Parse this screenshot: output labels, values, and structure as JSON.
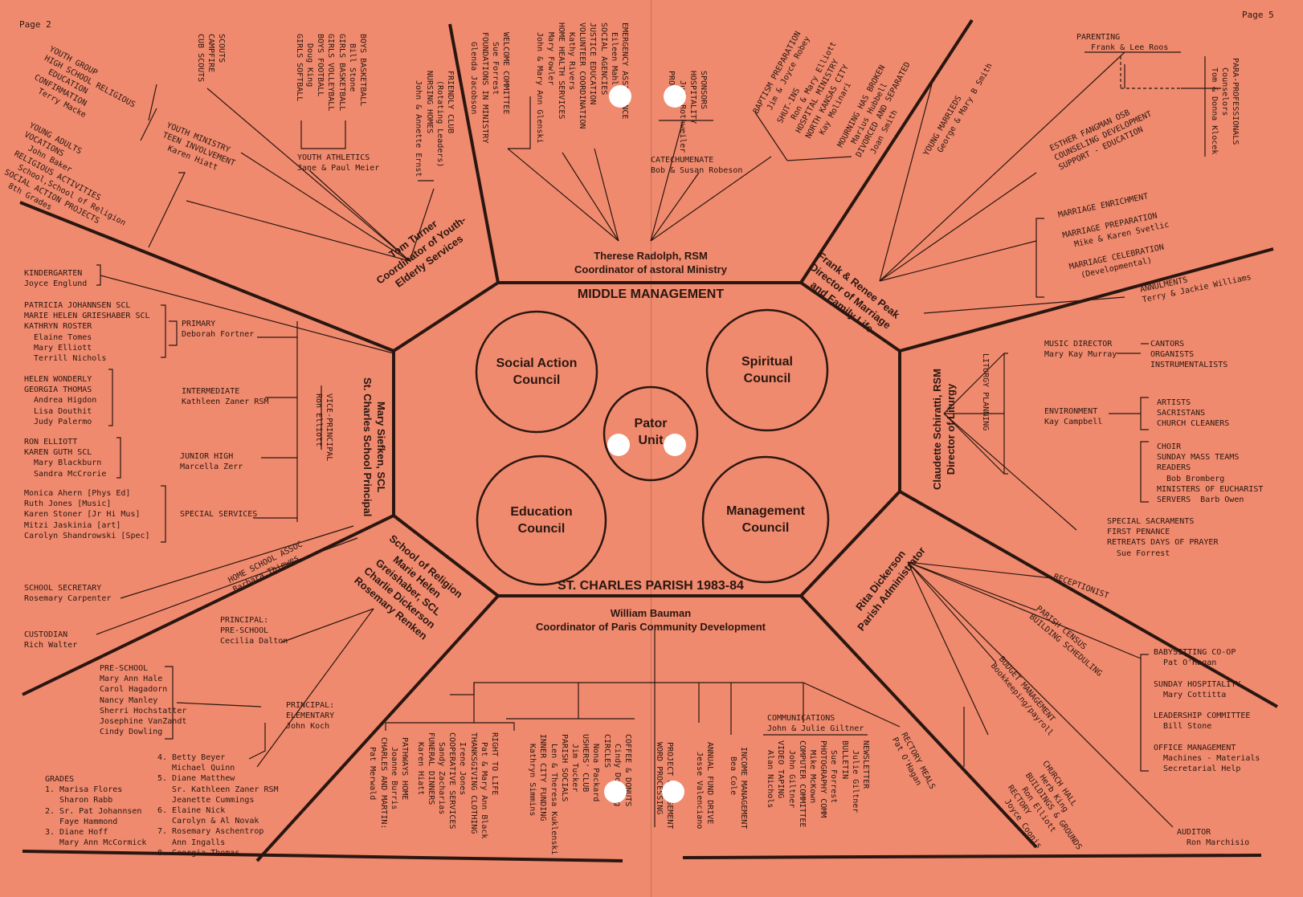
{
  "pages": {
    "left": "Page 2",
    "right": "Page 5"
  },
  "center": {
    "title": "MIDDLE MANAGEMENT",
    "footer": "ST. CHARLES PARISH 1983-84",
    "pastor": "Pator\nUnit",
    "councils": {
      "social": "Social Action\nCouncil",
      "spiritual": "Spiritual\nCouncil",
      "education": "Education\nCouncil",
      "management": "Management\nCouncil"
    }
  },
  "coordinators": {
    "pastoral": "Therese Radolph, RSM\nCoordinator of astoral Ministry",
    "youth": "Tom Turner\nCoordinator of Youth-\nElderly Services",
    "marriage": "Frank & Renee Peak\nDirector of Marriage\nand Family Life",
    "liturgy": "Claudette Schiratti, RSM\nDirector of Liturgy",
    "school": "Mary Siefken, SCL\nSt. Charles School Principal",
    "religion": "School of Religion\nMarie Helen\nGreishaber, SCL\nCharlie Dickerson\nRosemary Renken",
    "community": "William Bauman\nCoordinator of Paris Community Development",
    "admin": "Rita Dickerson\nParish Administrator"
  },
  "pastoral_items": {
    "foundations": "WELCOME COMMITTEE\n  Sue Forrest\nFOUNDATIONS IN MINISTRY\n  Glenda Jacobson",
    "emergency": "EMERGENCY ASSISTANCE\n  Eileen Mahl\nSOCIAL AGENCIES\nJUSTICE EDUCATION\nVOLUNTEER COORDINATION\n  Kathy Rivers\nHOME HEALTH SERVICES\n  Mary Fowler\n  John & Mary Ann Glenski",
    "sponsors": "SPONSORS\nHOSPITALITY\n  Judy Rothweiler\nPROGRAM",
    "catechumenate": "CATECHUMENATE\nBob & Susan Robeson",
    "baptism": "BAPTISM PREPARATION\n  Jim & Joyce Robey",
    "shutins": "SHUT-INS\n  Ron & Mary Elliott\nHOSPITAL MINISTRY\nNORTH KANSAS CITY\n  Kay Molinari",
    "mourning": "MOURNING HAS BROKEN\n  Marius Hubbell\nDIVORCED AND SEPARATED\n  Joan Smith"
  },
  "youth_items": {
    "youth_group": "YOUTH GROUP\nHIGH SCHOOL RELIGIOUS\n  EDUCATION\nCONFIRMATION\n  Terry Macke",
    "youth_ministry": "YOUTH MINISTRY\nTEEN INVOLVEMENT\n  Karen Hiatt",
    "young_adults": "YOUNG ADULTS\nVOCATIONS\n  John Baker\nRELIGIOUS ACTIVITIES\n  School,School of Religion\nSOCIAL ACTION PROJECTS\n  8th Grades",
    "scouts": "SCOUTS\nCAMPFIRE\nCUB SCOUTS",
    "sports": "BOYS BASKETBALL\n  Bill Stone\nGIRLS BASKETBALL\nGIRLS VOLLEYBALL\nBOYS FOOTBALL\n  Doug King\nGIRLS SOFTBALL",
    "athletics": "YOUTH ATHLETICS\nJane & Paul Meier",
    "friendly": "FRIENDLY CLUB\n  (Rotating Leaders)\nNURSING HOMES\n  John & Annette Ernst"
  },
  "marriage_items": {
    "parenting": "PARENTING\n   Frank & Lee Roos",
    "paraprof": "PARA-PROFESSIONALS\n  Counselors\n  Tom & Donna Klocek",
    "counseling": "ESTHER FANGMAN OSB\nCOUNSELING DEVELOPMENT\nSUPPORT - EDUCATION",
    "young_marrieds": "YOUNG MARRIEDS\n  George & Mary B Smith",
    "enrichment": "MARRIAGE ENRICHMENT\n\nMARRIAGE PREPARATION\n  Mike & Karen Svetlic\n\nMARRIAGE CELEBRATION\n  (Developmental)",
    "annulments": "ANNULMENTS\nTerry & Jackie Williams"
  },
  "liturgy_items": {
    "planning": "LITURGY PLANNING",
    "music": "MUSIC DIRECTOR\nMary Kay Murray",
    "cantors": "CANTORS\nORGANISTS\nINSTRUMENTALISTS",
    "environment": "ENVIRONMENT\nKay Campbell",
    "artists": "ARTISTS\nSACRISTANS\nCHURCH CLEANERS",
    "choir": "CHOIR\nSUNDAY MASS TEAMS\nREADERS\n  Bob Bromberg\nMINISTERS OF EUCHARIST\nSERVERS  Barb Owen",
    "sacraments": "SPECIAL SACRAMENTS\nFIRST PENANCE\nRETREATS DAYS OF PRAYER\n  Sue Forrest"
  },
  "school_items": {
    "kindergarten": "KINDERGARTEN\nJoyce Englund",
    "primary_staff": "PATRICIA JOHANNSEN SCL\nMARIE HELEN GRIESHABER SCL\nKATHRYN ROSTER\n  Elaine Tomes\n  Mary Elliott\n  Terrill Nichols",
    "primary": "PRIMARY\nDeborah Fortner",
    "inter_staff": "HELEN WONDERLY\nGEORGIA THOMAS\n  Andrea Higdon\n  Lisa Douthit\n  Judy Palermo",
    "intermediate": "INTERMEDIATE\nKathleen Zaner RSM",
    "vice": "VICE-PRINCIPAL\nRon Elliott",
    "jr_staff": "RON ELLIOTT\nKAREN GUTH SCL\n  Mary Blackburn\n  Sandra McCrorie",
    "junior": "JUNIOR HIGH\nMarcella Zerr",
    "special_staff": "Monica Ahern [Phys Ed]\nRuth Jones [Music]\nKaren Stoner [Jr Hi Mus]\nMitzi Jaskinia [art]\nCarolyn Shandrowski [Spec]",
    "special": "SPECIAL SERVICES",
    "home_school": "HOME SCHOOL ASSOC\nBarbara Thiewes",
    "secretary": "SCHOOL SECRETARY\nRosemary Carpenter",
    "custodian": "CUSTODIAN\nRich Walter"
  },
  "religion_items": {
    "principal_pre": "PRINCIPAL:\nPRE-SCHOOL\nCecilia Dalton",
    "preschool": "PRE-SCHOOL\nMary Ann Hale\nCarol Hagadorn\nNancy Manley\nSherri Hochstatter\nJosephine VanZandt\nCindy Dowling",
    "principal_elem": "PRINCIPAL:\nELEMENTARY\nJohn Koch",
    "grades": "GRADES\n1. Marisa Flores\n   Sharon Rabb\n2. Sr. Pat Johannsen\n   Faye Hammond\n3. Diane Hoff\n   Mary Ann McCormick",
    "grades2": "4. Betty Beyer\n   Michael Quinn\n5. Diane Matthew\n   Sr. Kathleen Zaner RSM\n   Jeanette Cummings\n6. Elaine Nick\n   Carolyn & Al Novak\n7. Rosemary Aschentrop\n   Ann Ingalls\n8. Georgia Thomas"
  },
  "community_items": {
    "pathways": "PATHWAYS HOME\n  Joanne Burris\nCHARLES AND MARTIN:\n  Pat Merwald",
    "right_life": "RIGHT TO LIFE\n  Pat & Mary Ann Black\nTHANKSGIVING CLOTHING\n  Irene Jones\nCOOPERATIVE SERVICES\n  Sandy Zacharias\nFUNERAL DINNERS\n  Karen Hiatt",
    "coffee": "COFFEE & DONUTS\n  Cindy Dowling\nCIRCLES\n  Nona Packard\nUSHERS' CLUB\n  Jim Tucker\nPARISH SOCIALS\n  Len & Theresa Kuklenski\nINNER CITY FUNDING\n  Kathryn Simmins",
    "word": "PROJECT MANAGEMENT\nWORD PROCESSING",
    "fund": "ANNUAL FUND DRIVE\n  Jesse Valenciano",
    "income": "INCOME MANAGEMENT\n  Bea Cole",
    "communications": "COMMUNICATIONS\nJohn & Julie Giltner",
    "comm_list": "NEWSLETTER\n  Julie Giltner\nBULLETIN\n  Sue Forrest\nPHOTOGRAPHY COMM\n  Mike McKown\nCOMPUTER COMMITTEE\n  John Giltner\nVIDEO TAPING\n  Alan Nichols"
  },
  "admin_items": {
    "receptionist": "RECEPTIONIST",
    "census": "PARISH CENSUS\nBUILDING SCHEDULING",
    "budget": "BUDGET MANAGEMENT\nBookkeeping/payroll",
    "rectory_meals": "RECTORY MEALS\nPat O'Hagan",
    "church_hall": "CHURCH HALL\n  Herb King\nBUILDINGS & GROUNDS\n  Ron Elliott\nRECTORY\n  Joyce Coonis",
    "babysitting": "BABYSITTING CO-OP\n  Pat O'Hagan\n\nSUNDAY HOSPITALITY\n  Mary Cottitta\n\nLEADERSHIP COMMITTEE\n  Bill Stone\n\nOFFICE MANAGEMENT\n  Machines - Materials\n  Secretarial Help",
    "auditor": "AUDITOR\n  Ron Marchisio"
  }
}
